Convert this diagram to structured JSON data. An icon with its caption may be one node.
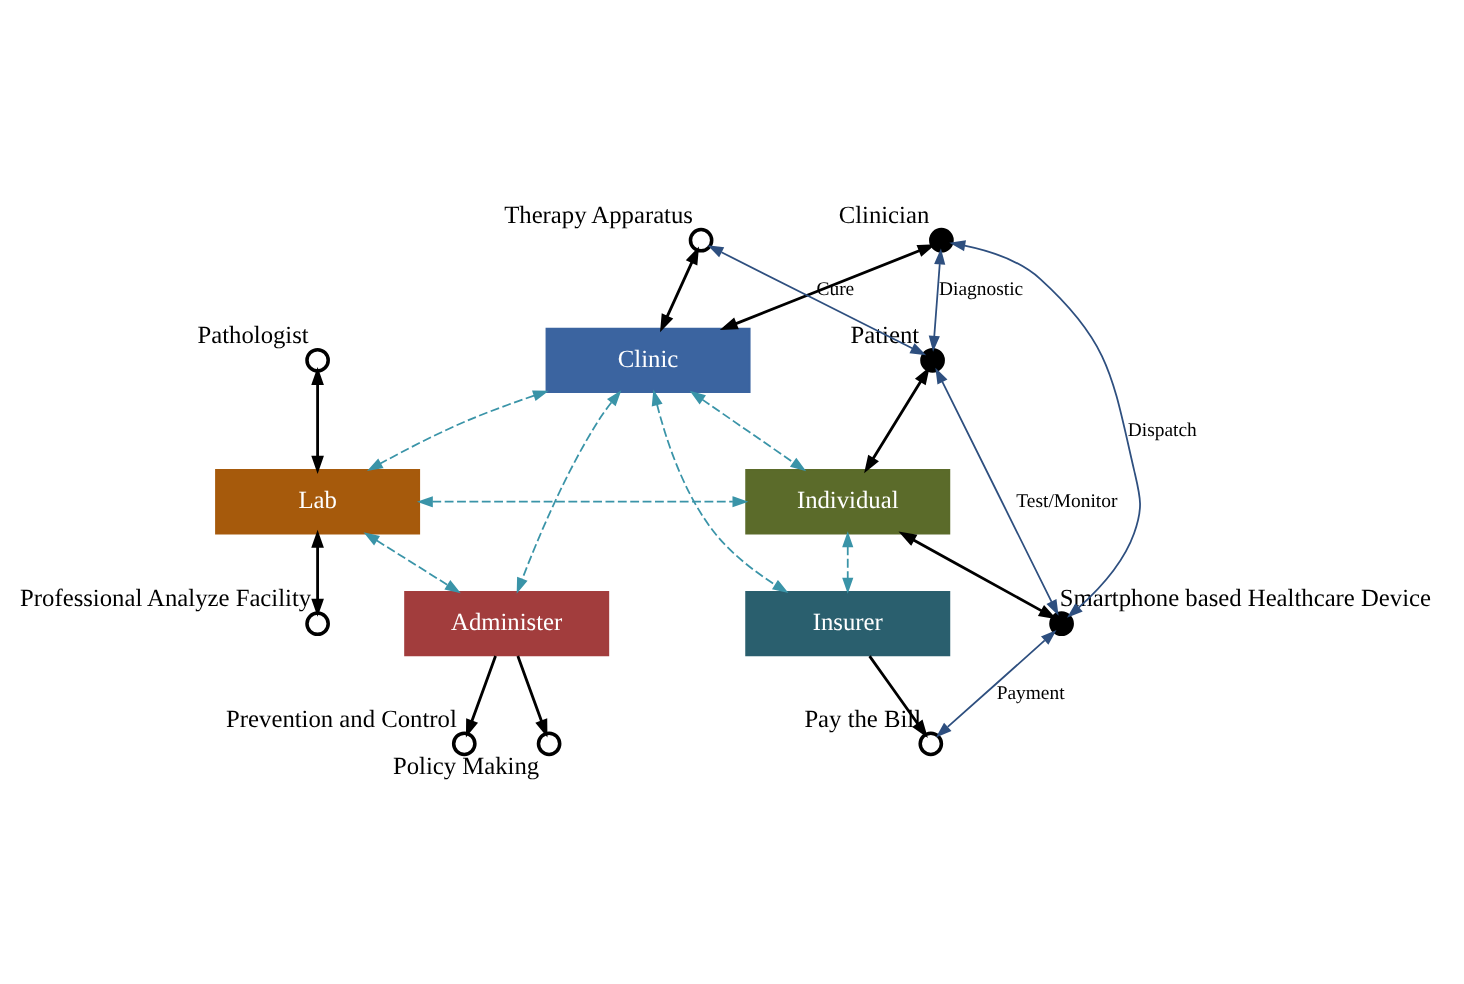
{
  "diagram": {
    "nodes": [
      {
        "text": [
          "Clinician"
        ]
      },
      {
        "text": [
          "Therapy Apparatus"
        ]
      },
      {
        "text": [
          "Clinic"
        ]
      },
      {
        "text": [
          "Pathologist"
        ]
      },
      {
        "text": [
          "Patient"
        ]
      },
      {
        "text": [
          "Lab"
        ]
      },
      {
        "text": [
          "Individual"
        ]
      },
      {
        "text": [
          "Smartphone based Healthcare Device"
        ]
      },
      {
        "text": [
          "Professional Analyze Facility"
        ]
      },
      {
        "text": [
          "Administer"
        ]
      },
      {
        "text": [
          "Insurer"
        ]
      },
      {
        "text": [
          "Prevention and Control"
        ]
      },
      {
        "text": [
          "Policy Making"
        ]
      },
      {
        "text": [
          "Pay the Bill"
        ]
      }
    ],
    "edges": [
      {
        "from": 1,
        "to": 2,
        "arrow": "both"
      },
      {
        "from": 0,
        "to": 2,
        "arrow": "both"
      },
      {
        "from": 4,
        "to": 1,
        "arrow": "both",
        "label": "Cure",
        "color": "#2e4f7f"
      },
      {
        "from": 0,
        "to": 4,
        "arrow": "both",
        "label": "Diagnostic",
        "color": "#2e4f7f"
      },
      {
        "from": 0,
        "to": 7,
        "arrow": "both",
        "label": "Dispatch",
        "color": "#2e4f7f"
      },
      {
        "from": 3,
        "to": 5,
        "arrow": "both"
      },
      {
        "from": 4,
        "to": 6,
        "arrow": "both"
      },
      {
        "from": 4,
        "to": 7,
        "arrow": "both",
        "label": "Test/Monitor",
        "color": "#2e4f7f"
      },
      {
        "from": 2,
        "to": 5,
        "arrow": "both",
        "style": "dashed",
        "color": "#3a94a8"
      },
      {
        "from": 2,
        "to": 9,
        "arrow": "both",
        "style": "dashed",
        "color": "#3a94a8"
      },
      {
        "from": 2,
        "to": 10,
        "arrow": "both",
        "style": "dashed",
        "color": "#3a94a8"
      },
      {
        "from": 2,
        "to": 6,
        "arrow": "both",
        "style": "dashed",
        "color": "#3a94a8"
      },
      {
        "from": 5,
        "to": 6,
        "arrow": "both",
        "style": "dashed",
        "color": "#3a94a8"
      },
      {
        "from": 8,
        "to": 5,
        "arrow": "both"
      },
      {
        "from": 5,
        "to": 9,
        "arrow": "both",
        "style": "dashed",
        "color": "#3a94a8"
      },
      {
        "from": 6,
        "to": 10,
        "arrow": "both",
        "style": "dashed",
        "color": "#3a94a8"
      },
      {
        "from": 6,
        "to": 7,
        "arrow": "both"
      },
      {
        "from": 7,
        "to": 13,
        "arrow": "both",
        "label": "Payment",
        "color": "#2e4f7f"
      },
      {
        "from": 9,
        "to": 11,
        "arrow": "to"
      },
      {
        "from": 9,
        "to": 12,
        "arrow": "to"
      },
      {
        "from": 10,
        "to": 13,
        "arrow": "to"
      }
    ]
  }
}
